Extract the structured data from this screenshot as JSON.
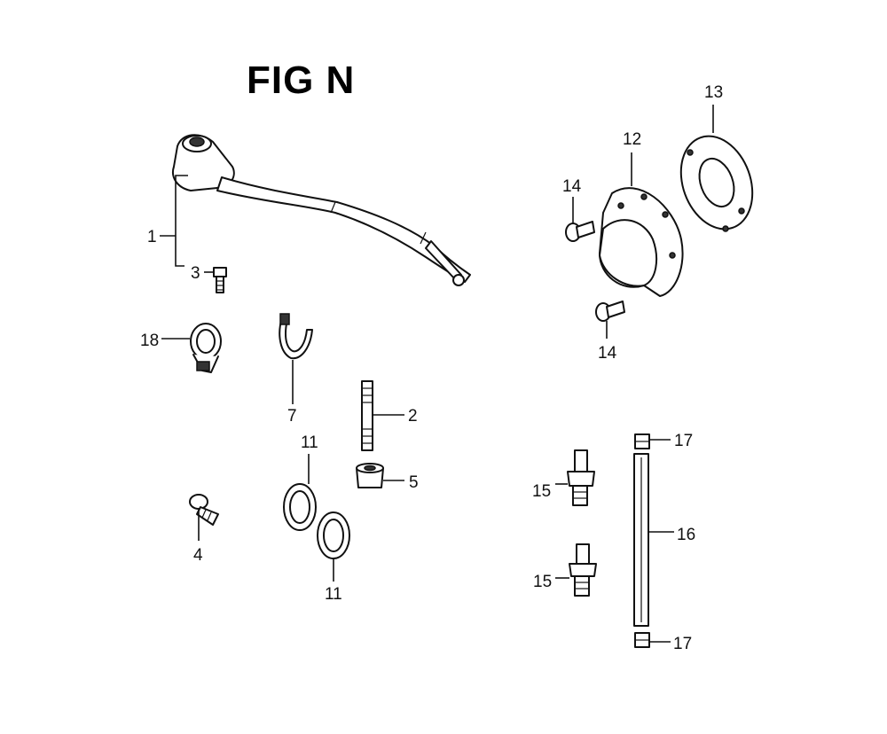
{
  "title": "FIG N",
  "callouts": {
    "c1": "1",
    "c2": "2",
    "c3": "3",
    "c4": "4",
    "c5": "5",
    "c7": "7",
    "c11a": "11",
    "c11b": "11",
    "c12": "12",
    "c13": "13",
    "c14a": "14",
    "c14b": "14",
    "c15a": "15",
    "c15b": "15",
    "c16": "16",
    "c17a": "17",
    "c17b": "17",
    "c18": "18"
  }
}
